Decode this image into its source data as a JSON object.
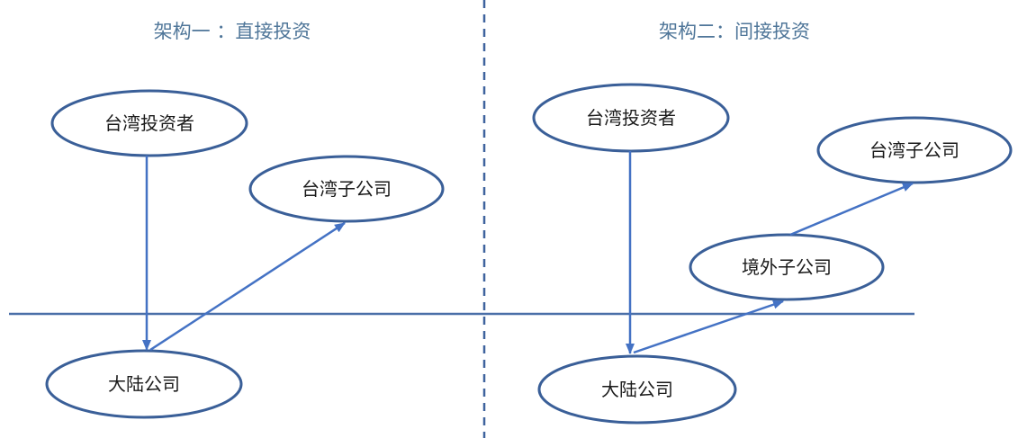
{
  "diagram": {
    "left": {
      "title": "架构一 ：直接投资",
      "taiwan_investor": "台湾投资者",
      "taiwan_subsidiary": "台湾子公司",
      "mainland_company": "大陆公司"
    },
    "right": {
      "title": "架构二：间接投资",
      "taiwan_investor": "台湾投资者",
      "taiwan_subsidiary": "台湾子公司",
      "offshore_subsidiary": "境外子公司",
      "mainland_company": "大陆公司"
    }
  },
  "colors": {
    "node_stroke": "#3a5f98",
    "arrow": "#4472c4",
    "title_text": "#4f7699"
  }
}
